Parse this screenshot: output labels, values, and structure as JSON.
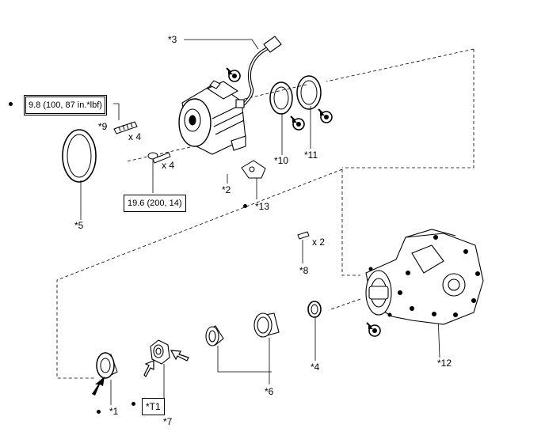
{
  "callouts": {
    "c1": "*1",
    "c2": "*2",
    "c3": "*3",
    "c4": "*4",
    "c5": "*5",
    "c6": "*6",
    "c7": "*7",
    "c8": "*8",
    "c9": "*9",
    "c10": "*10",
    "c11": "*11",
    "c12": "*12",
    "c13": "*13"
  },
  "torque": {
    "stud": "9.8 (100, 87 in.*lbf)",
    "bolt": "19.6 (200, 14)"
  },
  "quantities": {
    "stud": "x 4",
    "bolt": "x 4",
    "pin": "x 2"
  },
  "tool": {
    "label": "*T1"
  },
  "icons": {
    "replace": "bullet-dot-icon",
    "grease": "grease-applicator-icon",
    "stake": "staking-arrow-icon"
  }
}
